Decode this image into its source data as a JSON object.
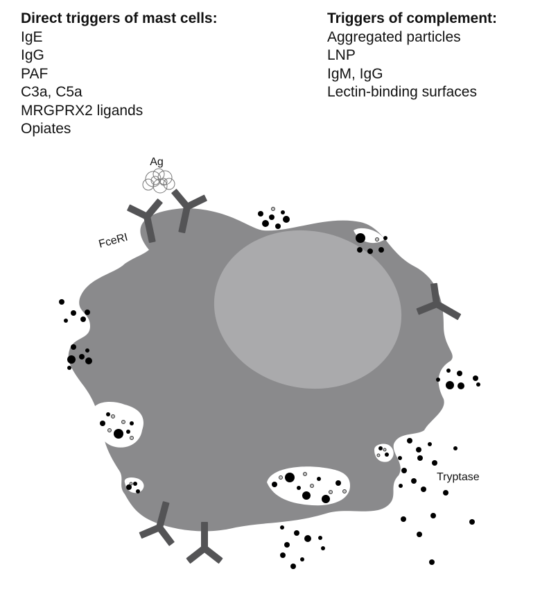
{
  "mast_cell_triggers": {
    "heading": "Direct triggers of mast cells:",
    "items": [
      "IgE",
      "IgG",
      "PAF",
      "C3a, C5a",
      "MRGPRX2 ligands",
      "Opiates"
    ]
  },
  "complement_triggers": {
    "heading": "Triggers of complement:",
    "items": [
      "Aggregated particles",
      "LNP",
      "IgM, IgG",
      "Lectin-binding surfaces"
    ]
  },
  "diagram_labels": {
    "antigen": "Ag",
    "receptor": "FceRI",
    "mediator": "Tryptase"
  },
  "colors": {
    "cell_body": "#8a8a8c",
    "nucleus": "#aaaaac",
    "antibody": "#545456",
    "granule": "#000000",
    "granule_small": "#b8b8b8"
  }
}
